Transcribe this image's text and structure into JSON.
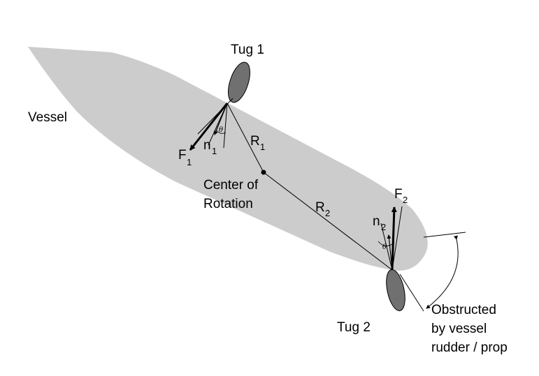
{
  "labels": {
    "tug1": "Tug 1",
    "tug2": "Tug 2",
    "vessel": "Vessel",
    "center_line1": "Center of",
    "center_line2": "Rotation",
    "F1_main": "F",
    "F1_sub": "1",
    "F2_main": "F",
    "F2_sub": "2",
    "n1_main": "n",
    "n1_sub": "1",
    "n2_main": "n",
    "n2_sub": "2",
    "R1_main": "R",
    "R1_sub": "1",
    "R2_main": "R",
    "R2_sub": "2",
    "theta1": "θ",
    "theta2": "θ",
    "obstructed_line1": "Obstructed",
    "obstructed_line2": "by vessel",
    "obstructed_line3": "rudder / prop"
  },
  "colors": {
    "hull": "#cccccc",
    "tug": "#707070",
    "line": "#000000"
  }
}
